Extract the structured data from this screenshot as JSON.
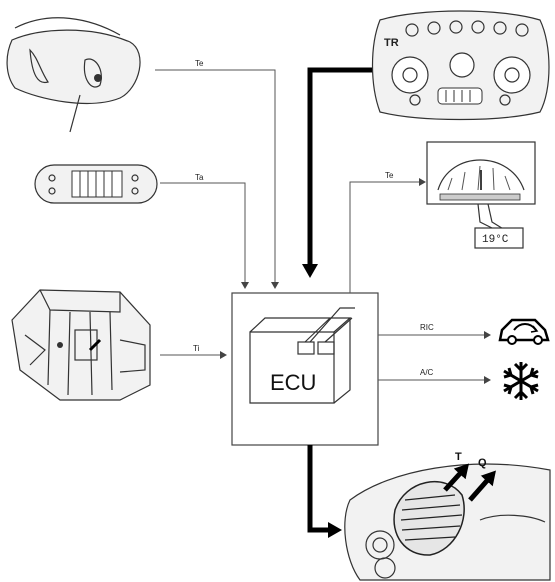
{
  "diagram": {
    "ecu_label": "ECU",
    "signals": {
      "te_top": "Te",
      "ta": "Ta",
      "ti": "Ti",
      "te_right": "Te",
      "ric": "RIC",
      "ac": "A/C"
    },
    "control_panel_label": "TR",
    "display_readout": "19°C",
    "vent_labels": {
      "t": "T",
      "q": "Q"
    }
  }
}
